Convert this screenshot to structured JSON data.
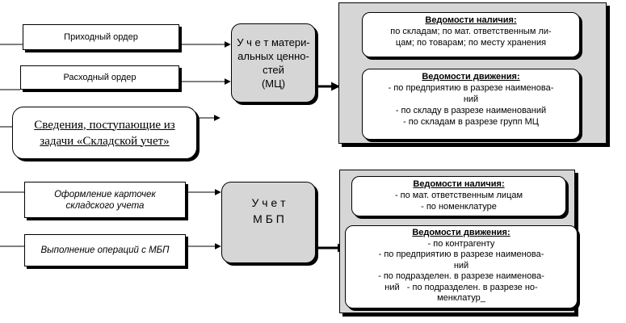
{
  "top": {
    "inputs": [
      "Приходный ордер",
      "Расходный ордер"
    ],
    "external": "Сведения, поступающие из задачи «Складской учет»",
    "process": "У ч е т  матери-\nальных ценно-\nстей\n(МЦ)",
    "availability": {
      "title": "Ведомости наличия:",
      "lines": [
        "по складам; по мат. ответственным ли-",
        "цам; по товарам; по месту хранения"
      ]
    },
    "movement": {
      "title": "Ведомости движения:",
      "lines": [
        "- по предприятию в разрезе наименова-",
        "ний",
        "- по складу в разрезе наименований",
        "- по складам в разрезе групп МЦ"
      ]
    }
  },
  "bottom": {
    "inputs": [
      "Оформление карточек складского учета",
      "Выполнение операций с МБП"
    ],
    "process": "У ч е т\nМ Б П",
    "availability": {
      "title": "Ведомости наличия:",
      "lines": [
        "- по мат. ответственным лицам",
        "- по номенклатуре"
      ]
    },
    "movement": {
      "title": "Ведомости движения:",
      "lines": [
        "- по контрагенту",
        "- по предприятию в разрезе наименова-",
        "ний",
        "- по подразделен. в разрезе наименова-",
        "ний   - по подразделен. в разрезе но-",
        "менклатур_"
      ]
    }
  }
}
